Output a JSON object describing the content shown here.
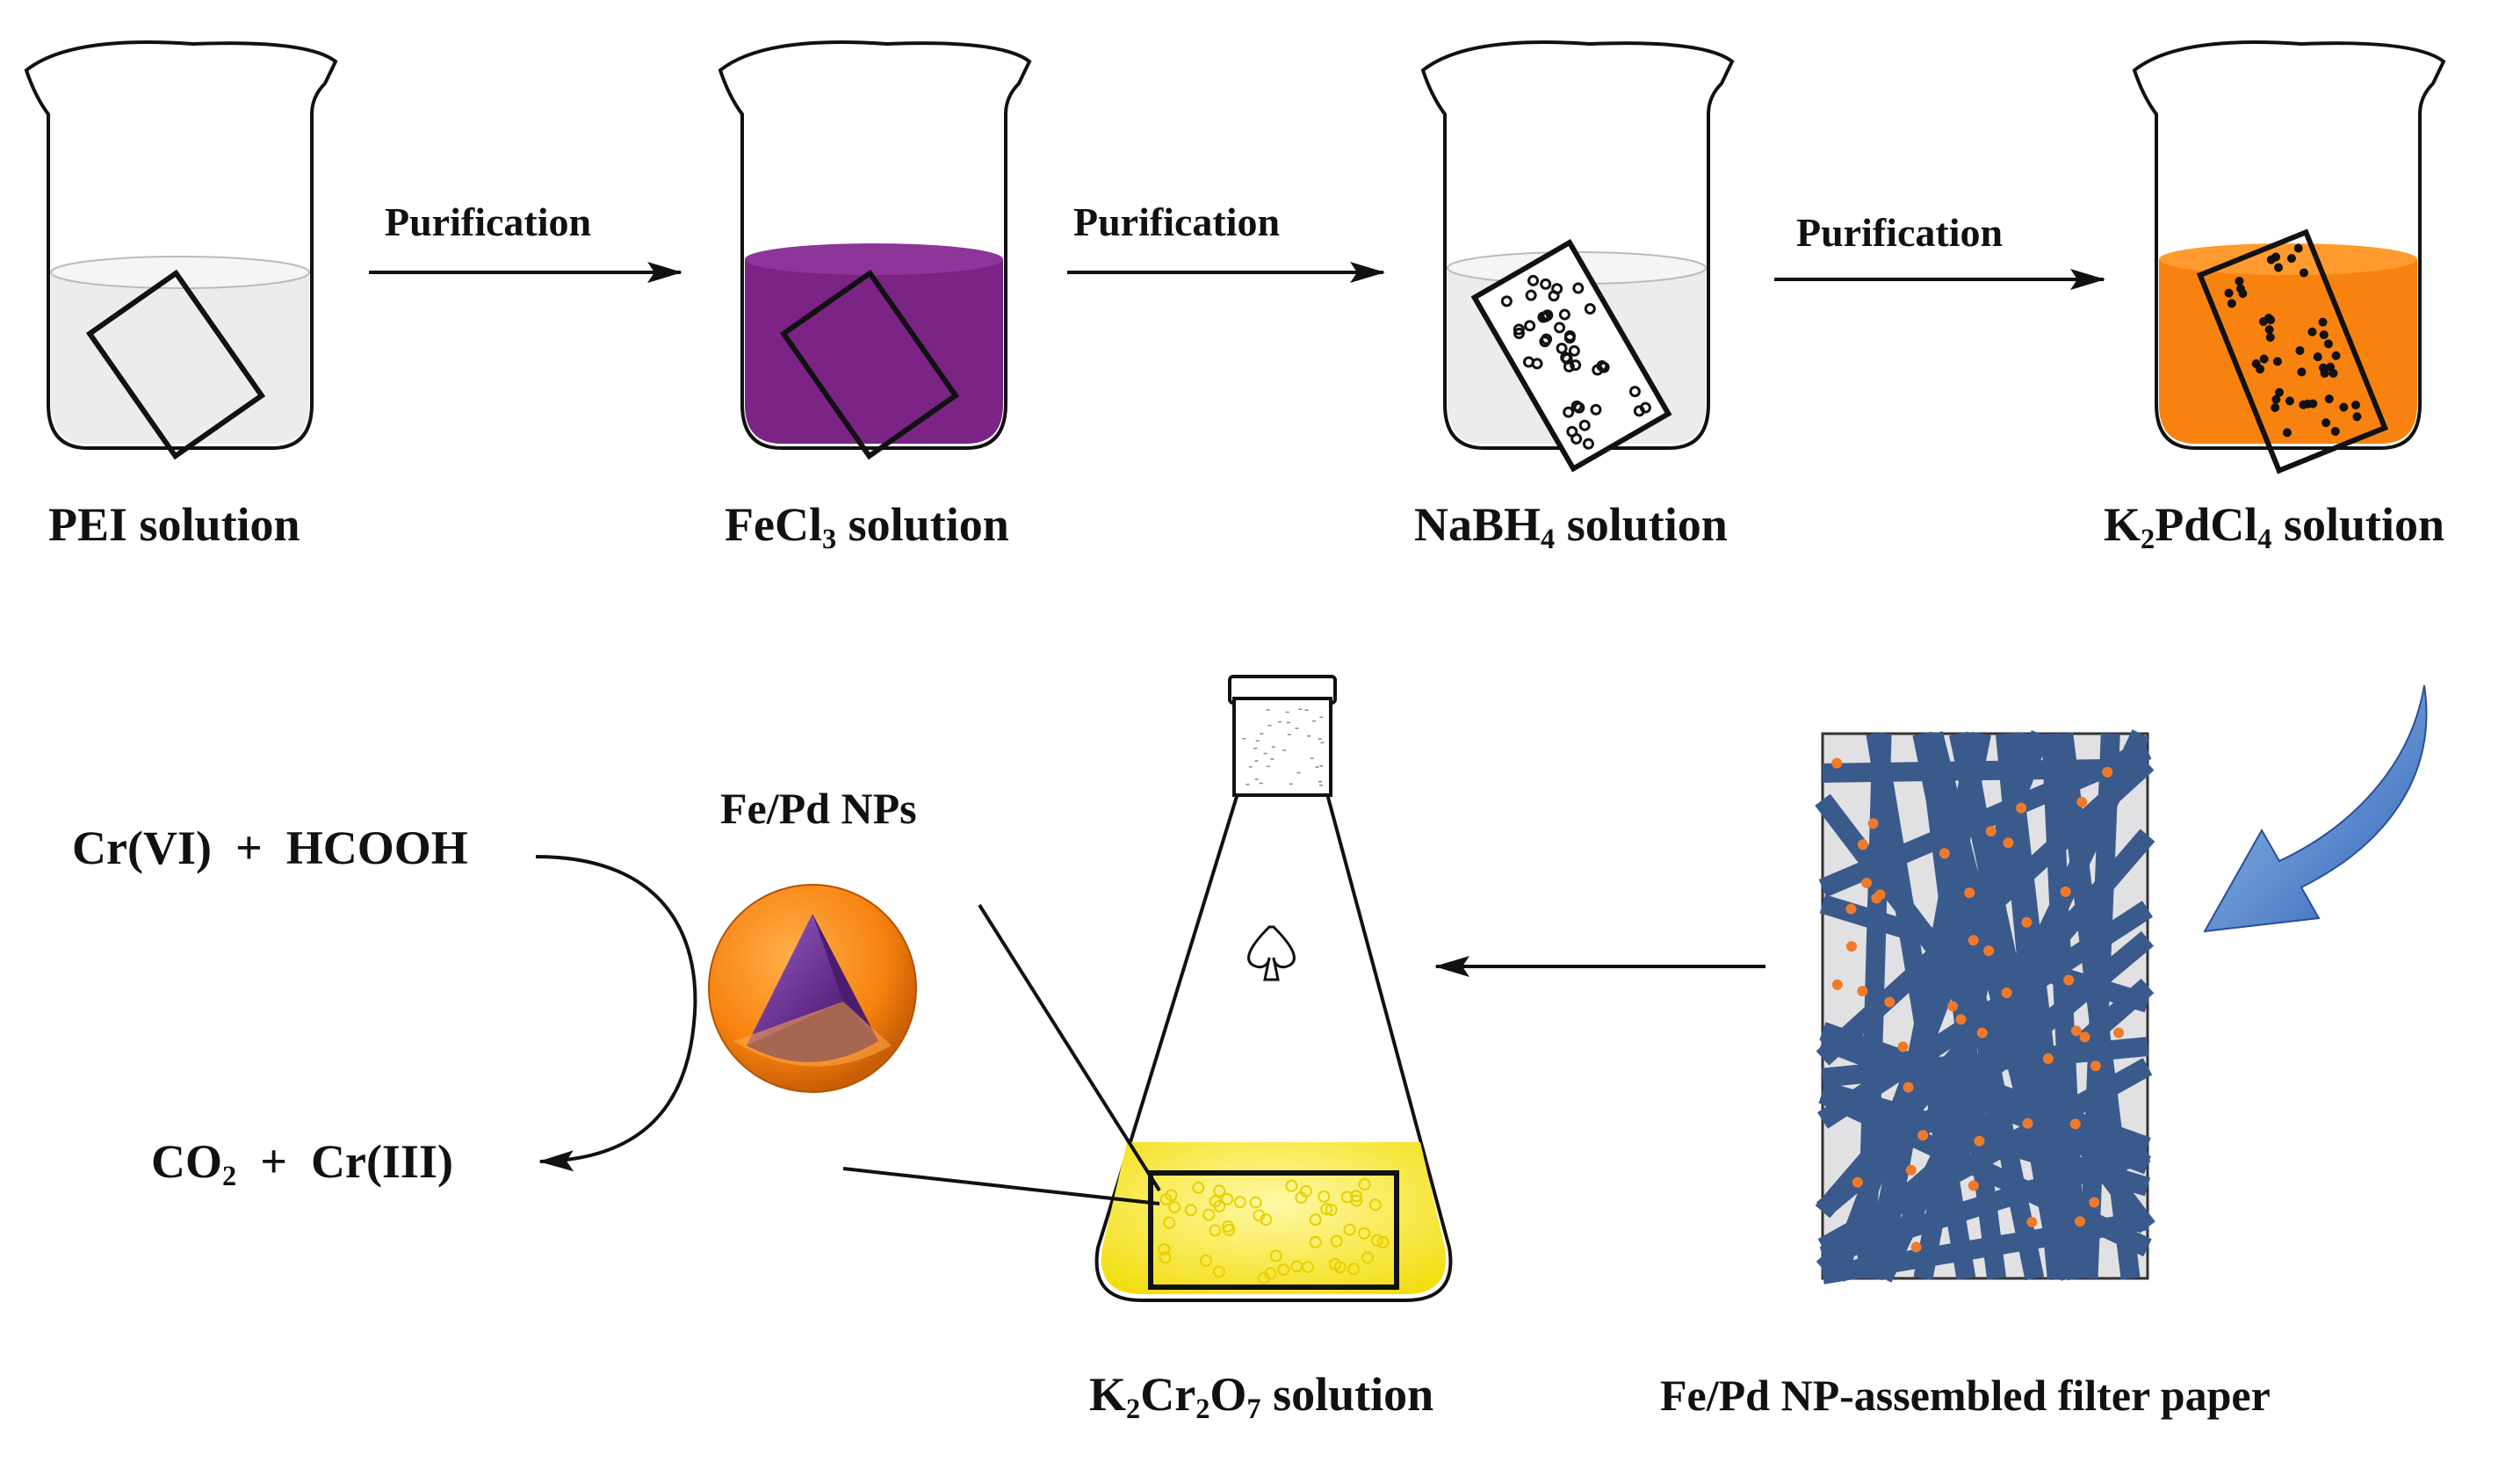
{
  "steps": [
    {
      "label": "Purification"
    },
    {
      "label": "Purification"
    },
    {
      "label": "Purification"
    }
  ],
  "beakers": [
    {
      "name": "PEI solution",
      "parts": [
        {
          "t": "PEI solution"
        }
      ],
      "liquid": "#ececec",
      "particles": false
    },
    {
      "name": "FeCl3 solution",
      "parts": [
        {
          "t": "FeCl"
        },
        {
          "t": "3",
          "sub": true
        },
        {
          "t": " solution"
        }
      ],
      "liquid": "#7b2485",
      "particles": false
    },
    {
      "name": "NaBH4 solution",
      "parts": [
        {
          "t": "NaBH"
        },
        {
          "t": "4",
          "sub": true
        },
        {
          "t": " solution"
        }
      ],
      "liquid": "#ececec",
      "particles": true
    },
    {
      "name": "K2PdCl4 solution",
      "parts": [
        {
          "t": "K"
        },
        {
          "t": "2",
          "sub": true
        },
        {
          "t": "PdCl"
        },
        {
          "t": "4",
          "sub": true
        },
        {
          "t": " solution"
        }
      ],
      "liquid": "#f7820f",
      "particles": true
    }
  ],
  "reaction": {
    "reactants": "Cr(VI)  +  HCOOH",
    "products": [
      {
        "t": "CO"
      },
      {
        "t": "2",
        "sub": true
      },
      {
        "t": "  +  Cr(III)"
      }
    ]
  },
  "nanoparticle": {
    "label": "Fe/Pd NPs",
    "shell_color": "#f7820f",
    "core_color": "#6b2f8c"
  },
  "flask": {
    "label": [
      {
        "t": "K"
      },
      {
        "t": "2",
        "sub": true
      },
      {
        "t": "Cr"
      },
      {
        "t": "2",
        "sub": true
      },
      {
        "t": "O"
      },
      {
        "t": "7",
        "sub": true
      },
      {
        "t": " solution"
      }
    ],
    "liquid": "#f8ea1c"
  },
  "filter_paper": {
    "label": "Fe/Pd NP-assembled filter paper",
    "fiber_color": "#3a5a8c",
    "dot_color": "#f07a2a"
  },
  "colors": {
    "arrow": "#111111",
    "curved_arrow": "#3a6fc4"
  }
}
